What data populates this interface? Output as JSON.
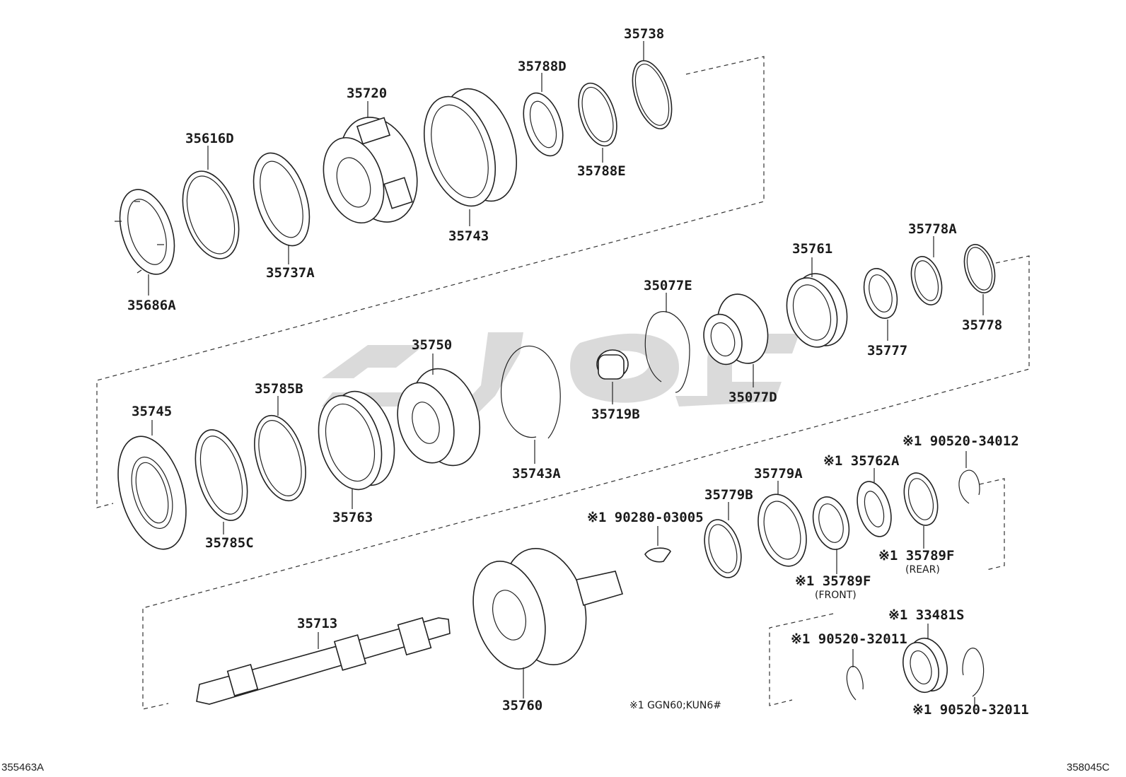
{
  "corner_left": "355463A",
  "corner_right": "358045C",
  "note": "※1 GGN60;KUN6#",
  "labels": {
    "p35738": "35738",
    "p35788D": "35788D",
    "p35788E": "35788E",
    "p35720": "35720",
    "p35616D": "35616D",
    "p35743": "35743",
    "p35737A": "35737A",
    "p35686A": "35686A",
    "p35761": "35761",
    "p35778A": "35778A",
    "p35778": "35778",
    "p35777": "35777",
    "p35077E": "35077E",
    "p35077D": "35077D",
    "p35750": "35750",
    "p35719B": "35719B",
    "p35745": "35745",
    "p35785B": "35785B",
    "p35785C": "35785C",
    "p35763": "35763",
    "p35743A": "35743A",
    "p90520_34012": "※1 90520-34012",
    "p35762A": "※1 35762A",
    "p35779A": "35779A",
    "p35779B": "35779B",
    "p90280_03005": "※1 90280-03005",
    "p35789F_rear": "※1 35789F",
    "rear": "(REAR)",
    "p35789F_front": "※1 35789F",
    "front": "(FRONT)",
    "p33481S": "※1 33481S",
    "p90520_32011a": "※1 90520-32011",
    "p90520_32011b": "※1 90520-32011",
    "p35713": "35713",
    "p35760": "35760"
  },
  "colors": {
    "line": "#222222",
    "watermark": "#cfcfcf"
  }
}
